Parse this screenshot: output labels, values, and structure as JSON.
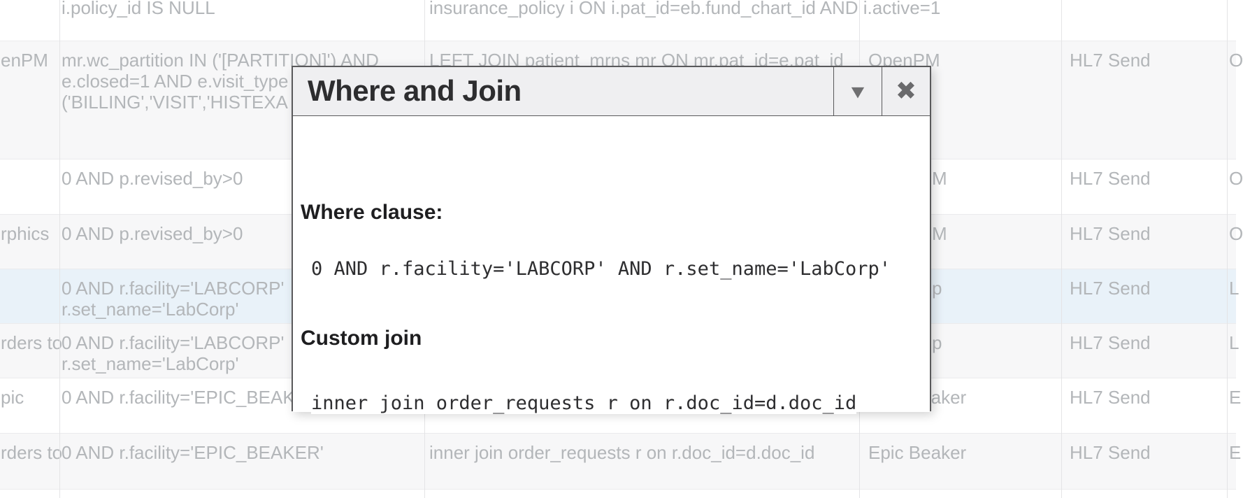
{
  "dialog": {
    "title": "Where and Join",
    "collapse_icon": "▼",
    "close_icon": "✖",
    "where_label": "Where clause:",
    "where_value": "0 AND r.facility='LABCORP' AND r.set_name='LabCorp'",
    "join_label": "Custom join",
    "join_value": "inner join order_requests r on r.doc_id=d.doc_id"
  },
  "colors": {
    "selected_row_bg": "#e9f2f9",
    "alt_row_bg": "#f7f7f8",
    "table_text": "#b3b6b9",
    "dialog_titlebar_bg": "#efeff1",
    "dialog_border": "#59595b"
  },
  "table": {
    "rows": [
      {
        "bg": "white",
        "c1": "",
        "c2": "i.policy_id IS NULL",
        "c3": "insurance_policy i ON i.pat_id=eb.fund_chart_id\nAND i.active=1",
        "c4": "",
        "c5": "",
        "c6": ""
      },
      {
        "bg": "alt",
        "c1": "enPM",
        "c2": "mr.wc_partition IN ('[PARTITION]') AND\ne.closed=1 AND e.visit_type\n('BILLING','VISIT','HISTEXA",
        "c3": "LEFT JOIN patient_mrns mr ON mr.pat_id=e.pat_id",
        "c4": "OpenPM",
        "c5": "HL7 Send",
        "c6": "O"
      },
      {
        "bg": "white",
        "c1": "",
        "c2": "0 AND p.revised_by>0",
        "c3": "",
        "c4": "M",
        "c5": "HL7 Send",
        "c6": "O"
      },
      {
        "bg": "alt",
        "c1": "rphics",
        "c2": "0 AND p.revised_by>0",
        "c3": "",
        "c4": "M",
        "c5": "HL7 Send",
        "c6": "O"
      },
      {
        "bg": "selected",
        "c1": "",
        "c2": "0 AND r.facility='LABCORP'\nr.set_name='LabCorp'",
        "c3": "",
        "c4": "p",
        "c5": "HL7 Send",
        "c6": "L"
      },
      {
        "bg": "alt",
        "c1": "rders to",
        "c2": "0 AND r.facility='LABCORP'\nr.set_name='LabCorp'",
        "c3": "",
        "c4": "p",
        "c5": "HL7 Send",
        "c6": "L"
      },
      {
        "bg": "white",
        "c1": "pic",
        "c2": "0 AND r.facility='EPIC_BEAKER'",
        "c3": "",
        "c4": "Epic Beaker",
        "c5": "HL7 Send",
        "c6": "E"
      },
      {
        "bg": "alt",
        "c1": "rders to",
        "c2": "0 AND r.facility='EPIC_BEAKER'",
        "c3": "inner join order_requests r on r.doc_id=d.doc_id",
        "c4": "Epic Beaker",
        "c5": "HL7 Send",
        "c6": "E"
      },
      {
        "bg": "white",
        "c1": "",
        "c2": "",
        "c3": "",
        "c4": "",
        "c5": "",
        "c6": ""
      }
    ]
  }
}
